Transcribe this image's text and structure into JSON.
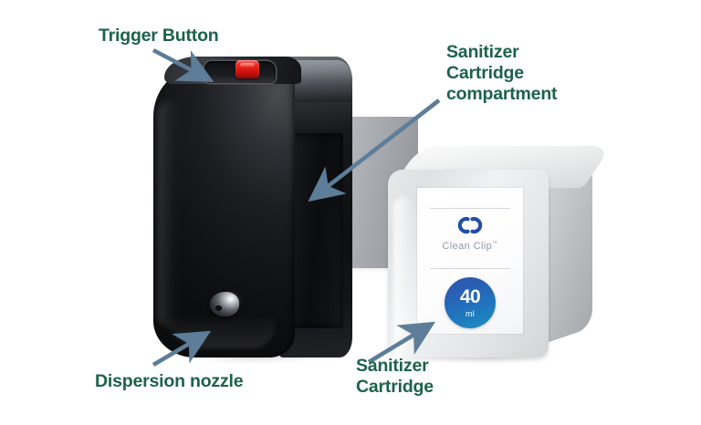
{
  "figure": {
    "title": "Sanitizer dispenser exploded product diagram",
    "background_color": "#ffffff",
    "label_color": "#1c6249",
    "arrow_color": "#5d7d98"
  },
  "callouts": [
    {
      "id": "trigger-button",
      "text": "Trigger Button",
      "points_to": "red trigger button on top of the dispenser"
    },
    {
      "id": "sanitizer-cartridge-compartment",
      "text": "Sanitizer\nCartridge\ncompartment",
      "points_to": "dark recessed bay on the right face of the dispenser"
    },
    {
      "id": "dispersion-nozzle",
      "text": "Dispersion nozzle",
      "points_to": "metallic nozzle on the lower front of the dispenser"
    },
    {
      "id": "sanitizer-cartridge",
      "text": "Sanitizer\nCartridge",
      "points_to": "translucent white cartridge block"
    }
  ],
  "device": {
    "name": "Hand sanitizer dispenser",
    "body_color": "#17181b",
    "trigger_button_color": "#d11d14",
    "nozzle_finish": "brushed metal"
  },
  "cartridge": {
    "name": "Sanitizer cartridge",
    "body_color": "#e4e5e7",
    "label": {
      "brand": "Clean Clip",
      "trademark": "™",
      "logo_name": "infinity-double-c-logo",
      "logo_color": "#1f4fa8",
      "volume_value": "40",
      "volume_unit": "ml",
      "badge_color": "#2458ae"
    }
  }
}
